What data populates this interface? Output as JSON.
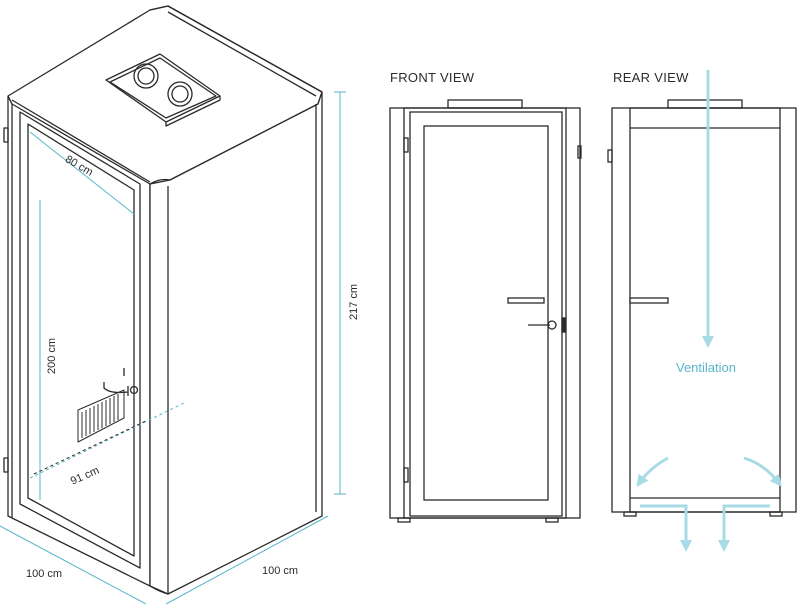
{
  "views": {
    "front_title": "FRONT VIEW",
    "rear_title": "REAR VIEW"
  },
  "dimensions": {
    "depth_inner": "80 cm",
    "height_inner": "200 cm",
    "width_inner": "91 cm",
    "height_total": "217 cm",
    "width_left": "100 cm",
    "width_right": "100 cm"
  },
  "airflow": {
    "label": "Ventilation"
  },
  "colors": {
    "outline": "#2b2b2b",
    "dimension_line": "#5ab6c9",
    "airflow": "#a9dbe6",
    "airflow_text": "#5ab6c9"
  }
}
